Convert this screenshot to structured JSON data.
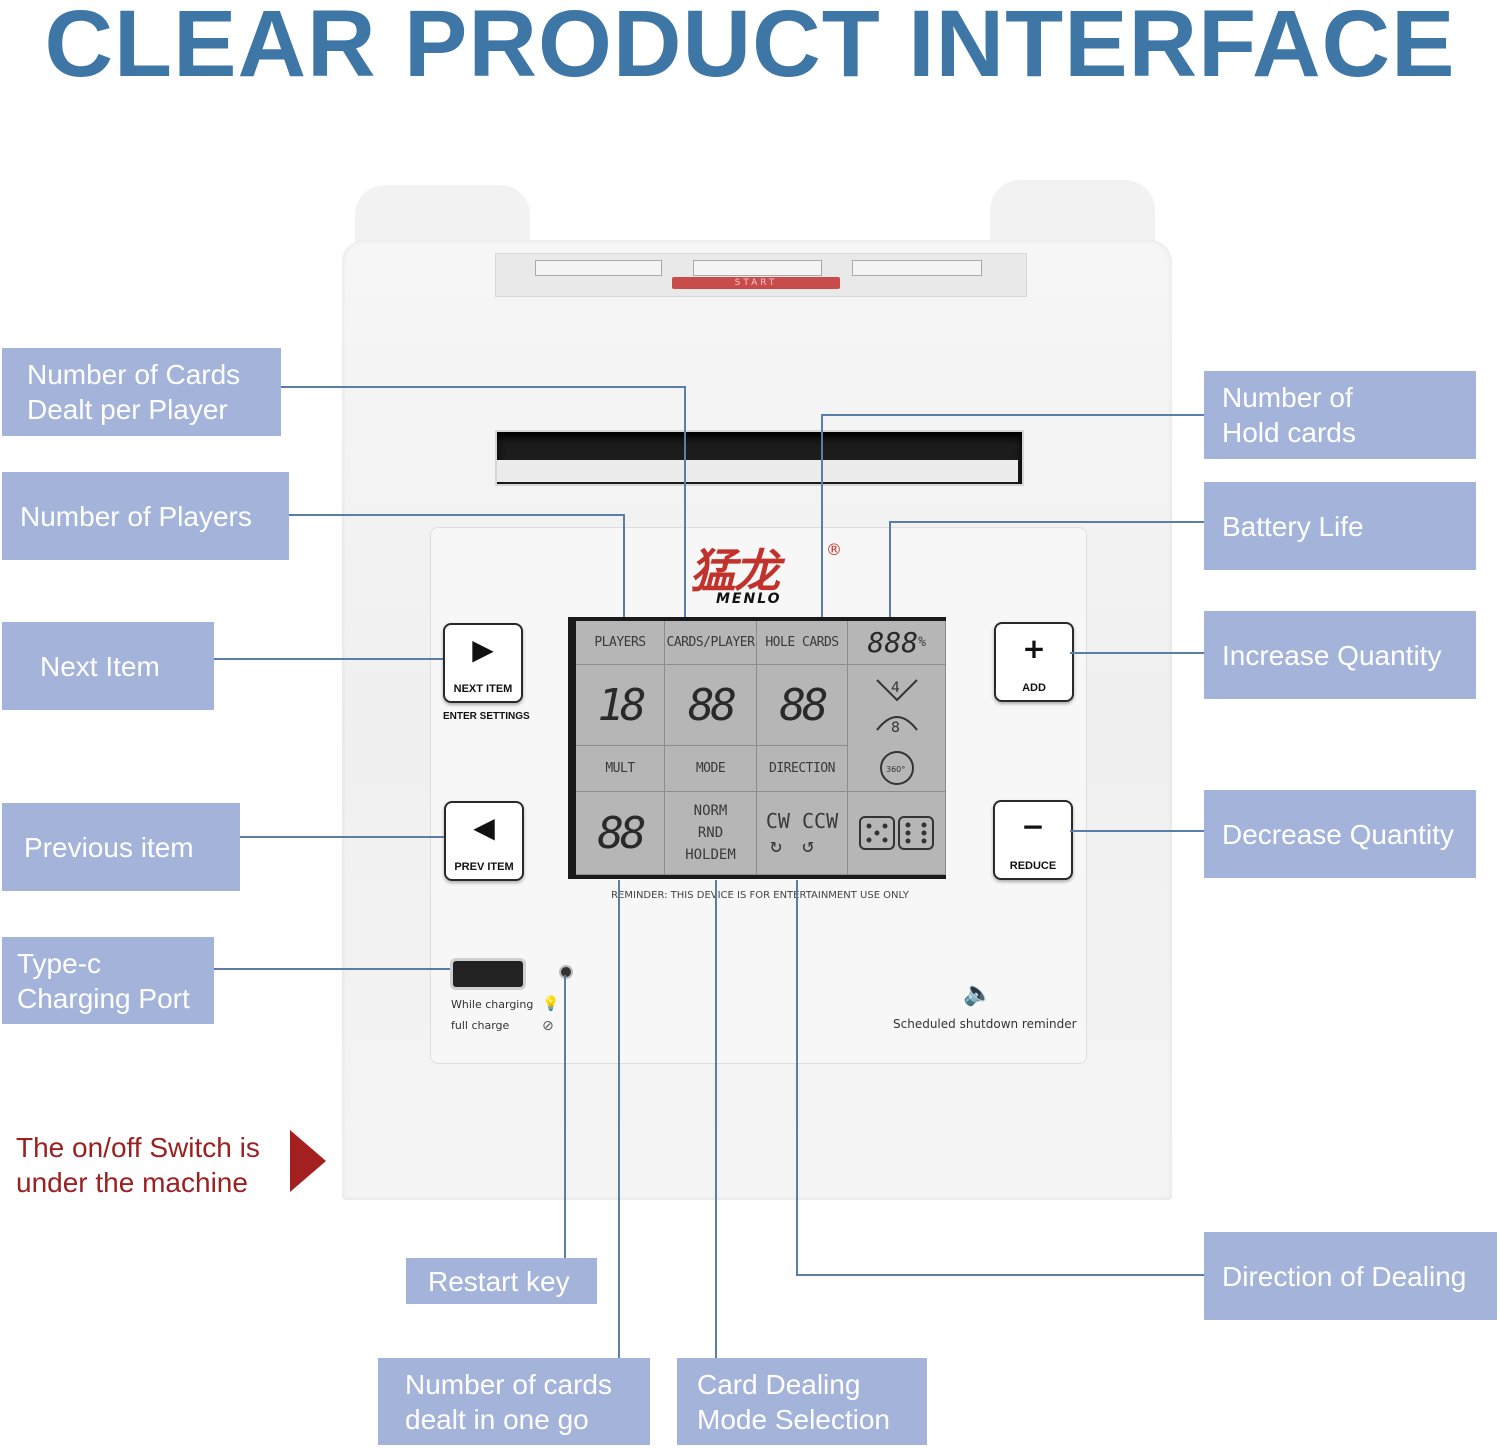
{
  "title": "CLEAR PRODUCT INTERFACE",
  "device": {
    "brand_cn": "猛龙",
    "brand_reg": "®",
    "brand_en": "MENLO",
    "start_label": "START",
    "lcd": {
      "labels": [
        "PLAYERS",
        "CARDS/PLAYER",
        "HOLE CARDS",
        "MULT",
        "MODE",
        "DIRECTION"
      ],
      "battery": "888",
      "battery_unit": "%",
      "digits": [
        "18",
        "88",
        "88",
        "88"
      ],
      "modes": [
        "NORM",
        "RND",
        "HOLDEM"
      ],
      "directions": [
        "CW",
        "CCW"
      ],
      "angles": [
        "4",
        "8",
        "360°"
      ]
    },
    "reminder": "REMINDER: THIS DEVICE IS FOR ENTERTAINMENT USE ONLY",
    "buttons": {
      "next": "NEXT ITEM",
      "enter": "ENTER SETTINGS",
      "prev": "PREV ITEM",
      "add": "ADD",
      "reduce": "REDUCE"
    },
    "charging": [
      "While charging",
      "full charge"
    ],
    "shutdown": "Scheduled shutdown reminder"
  },
  "callouts": {
    "cards_per_player": "Number of Cards\nDealt per Player",
    "players": "Number of Players",
    "next_item": "Next Item",
    "prev_item": "Previous item",
    "typec": "Type-c\nCharging Port",
    "hold_cards": "Number of\nHold cards",
    "battery": "Battery Life",
    "increase": "Increase Quantity",
    "decrease": "Decrease Quantity",
    "direction": "Direction of Dealing",
    "restart": "Restart key",
    "cards_one_go": "Number of cards\ndealt in one go",
    "mode": "Card Dealing\nMode Selection"
  },
  "switch_note": "The on/off Switch is\nunder the machine",
  "colors": {
    "title": "#3e76a6",
    "callout_bg": "#a3b3da",
    "line": "#5a7ea8",
    "switch_note": "#9b2020"
  }
}
